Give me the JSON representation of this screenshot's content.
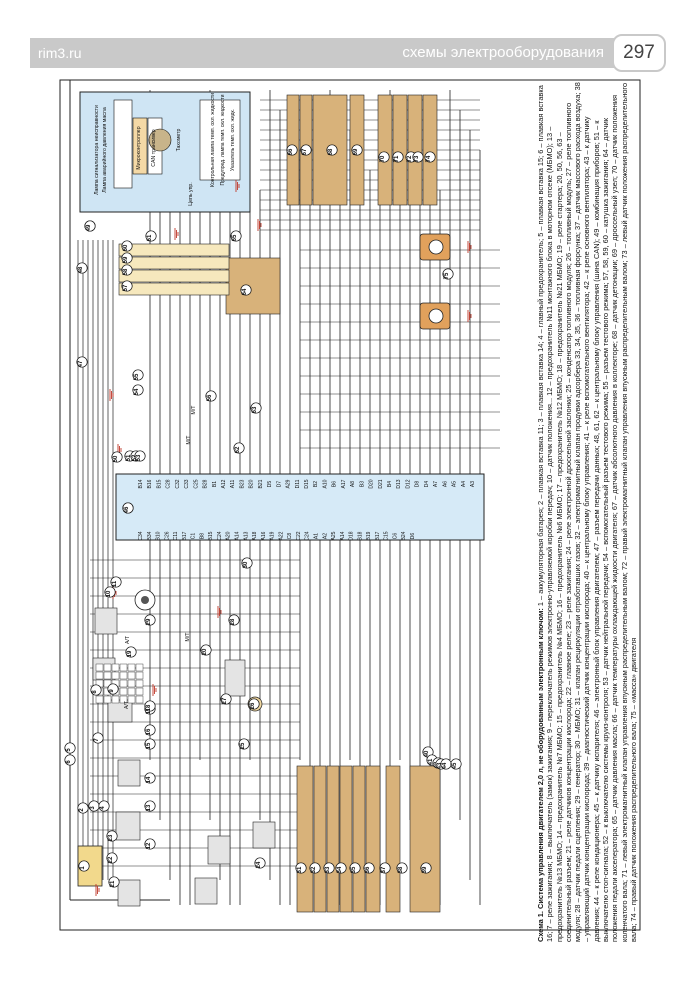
{
  "header": {
    "site": "rim3.ru",
    "section": "схемы электрооборудования",
    "page_number": "297"
  },
  "caption": {
    "title": "Схема 1. Система управления двигателем 2,0 л, не оборудованным электронным ключом:",
    "text": "1 – аккумуляторная батарея; 2 – плавкая вставка 11; 3 – плавкая вставка 14; 4 – главный предохранитель; 5 – плавкая вставка 15; 6 – плавкая вставка 16; 7 – реле зажигания; 8 – выключатель (замок) зажигания; 9 – переключатель режимов электронно-управляемой коробки передач; 10 – датчик положения... 12 – предохранитель №11 монтажного блока в моторном отсеке (МБМО); 13 – предохранитель №13 МБМО; 14 – предохранитель №7 МБМО; 15 – предохранитель №4 МБМО; 16 – предохранитель №6 МБМО; 17 – предохранитель №12 МБМО; 18 – предохранитель №21 МБМО; 19 – реле стартера; 20, 50, 56, 63 – соединительный разъем; 21 – реле датчиков концентрации кислорода; 22 – главное реле; 23 – реле зажигания; 24 – реле электронной дроссельной заслонки; 25 – конденсатор топливного модуля; 26 – топливный модуль; 27 – реле топливного модуля; 28 – датчик педали сцепления; 29 – генератор; 30 – МБМО; 31 – клапан рециркуляции отработавших газов; 32 – электромагнитный клапан продувки адсорбера 33, 34, 35, 36 – топливная форсунка; 37 – датчик массового расхода воздуха; 38 – управляющий датчик концентрации кислорода; 39 – диагностический датчик концентрации кислорода; 40 – к центральному блоку управления; 41 – к реле вспомогательного вентилятора; 42 – к реле основного вентилятора; 43 – к датчику давления; 44 – к реле кондиционера; 45 – к датчику испарителя; 46 – электронный блок управления двигателем; 47 – разъем передачи данных; 48, 61, 62 – к центральному блоку управления (шина CAN); 49 – комбинация приборов; 51 – к выключателю стоп-сигнала; 52 – к выключателю системы круиз-контроля; 53 – датчик нейтральной передачи; 54 – вспомогательный разъем тестового режима; 55 – разъем тестового режима; 57, 58, 59, 60 – катушка зажигания; 64 – датчик положения педали акселератора; 65 – датчик давления масла; 66 – датчик температуры охлаждающей жидкости двигателя; 67 – датчик абсолютного давления в коллекторе; 68 – датчик детонации; 69 – дроссельный узел; 70 – датчик положения коленчатого вала; 71 – левый электромагнитный клапан управления впускным распределительным валом; 72 – правый электромагнитный клапан управления впускным распределительным валом; 73 – левый датчик положения распределительного вала; 74 – правый датчик положения распределительного вала; 75 – «масса» двигателя"
  },
  "diagram": {
    "ecu_label": "46",
    "ecu_pins_top": [
      "B14",
      "B16",
      "B15",
      "C28",
      "C32",
      "C33",
      "C25",
      "B28",
      "B1",
      "A12",
      "A11",
      "B23",
      "B20",
      "B21",
      "D5",
      "D7",
      "A29",
      "D11",
      "D15",
      "B2",
      "A10",
      "B6",
      "A17",
      "A8",
      "B3",
      "D20",
      "D21",
      "B4",
      "D13",
      "D12",
      "D8",
      "D4",
      "A7",
      "A6",
      "A5",
      "A4",
      "A3"
    ],
    "ecu_pins_bottom": [
      "C34",
      "B34",
      "B10",
      "C26",
      "C11",
      "B17",
      "C1",
      "B8",
      "B15",
      "C24",
      "A20",
      "A14",
      "A13",
      "A18",
      "A16",
      "A19",
      "A22",
      "C8",
      "C22",
      "C24",
      "A1",
      "A2",
      "A25",
      "A14",
      "D18",
      "B18",
      "B19",
      "B17",
      "C15",
      "C6",
      "B24",
      "D6"
    ],
    "mt_labels": [
      "M/T",
      "M/T",
      "A/T",
      "A/T",
      "M/T"
    ],
    "panel": {
      "label_49": "49",
      "lamp_fault": "Лампа сигнализатора неисправности",
      "lamp_alarm": "Лампа аварийного давления масла",
      "cpu": "Микроконтроллер",
      "can": "CAN трансивер",
      "tacho": "Тахометр",
      "temp": "Контрольная лампа темп. охл. жидкости",
      "ctrl": "Цепь упр.",
      "warn": "Предупред. лампа темп. охл. жидкости",
      "gauge": "Указатель темп. охл. жидк."
    },
    "component_numbers": [
      "1",
      "2",
      "3",
      "4",
      "5",
      "6",
      "7",
      "8",
      "9",
      "10",
      "11",
      "12",
      "13",
      "14",
      "15",
      "16",
      "17",
      "18",
      "19",
      "20",
      "21",
      "22",
      "23",
      "24",
      "25",
      "26",
      "27",
      "28",
      "29",
      "30",
      "31",
      "32",
      "33",
      "34",
      "35",
      "36",
      "37",
      "38",
      "39",
      "40",
      "41",
      "42",
      "43",
      "44",
      "45",
      "46",
      "47",
      "48",
      "49",
      "50",
      "51",
      "52",
      "53",
      "54",
      "55",
      "56",
      "57",
      "58",
      "59",
      "60",
      "61",
      "62",
      "63",
      "64",
      "65",
      "66",
      "67",
      "68",
      "69",
      "70",
      "71",
      "72",
      "73",
      "74",
      "75"
    ]
  }
}
